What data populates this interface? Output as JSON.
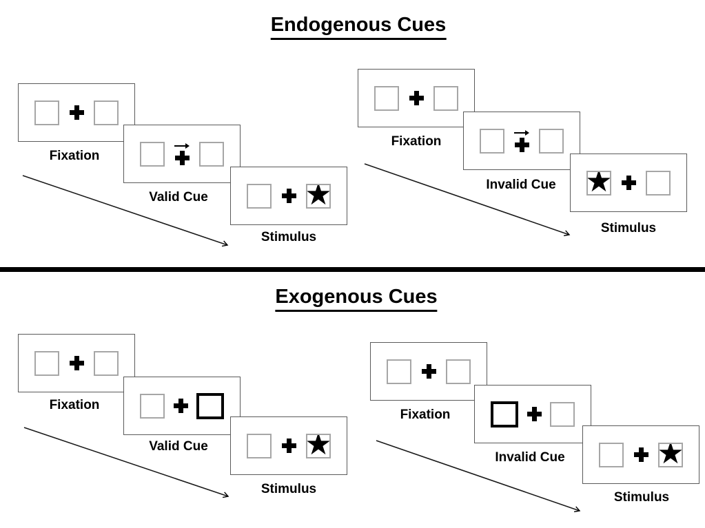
{
  "diagram": {
    "sections": [
      {
        "title": "Endogenous Cues",
        "sequences": [
          {
            "name": "valid-trial",
            "panels": [
              {
                "label": "Fixation",
                "left_box": "empty",
                "center": "cross",
                "right_box": "empty"
              },
              {
                "label": "Valid Cue",
                "left_box": "empty",
                "center": "cross-with-right-arrow",
                "right_box": "empty"
              },
              {
                "label": "Stimulus",
                "left_box": "empty",
                "center": "cross",
                "right_box": "star"
              }
            ]
          },
          {
            "name": "invalid-trial",
            "panels": [
              {
                "label": "Fixation",
                "left_box": "empty",
                "center": "cross",
                "right_box": "empty"
              },
              {
                "label": "Invalid Cue",
                "left_box": "empty",
                "center": "cross-with-right-arrow",
                "right_box": "empty"
              },
              {
                "label": "Stimulus",
                "left_box": "star",
                "center": "cross",
                "right_box": "empty"
              }
            ]
          }
        ]
      },
      {
        "title": "Exogenous Cues",
        "sequences": [
          {
            "name": "valid-trial",
            "panels": [
              {
                "label": "Fixation",
                "left_box": "empty",
                "center": "cross",
                "right_box": "empty"
              },
              {
                "label": "Valid Cue",
                "left_box": "empty",
                "center": "cross",
                "right_box": "thick-outline"
              },
              {
                "label": "Stimulus",
                "left_box": "empty",
                "center": "cross",
                "right_box": "star"
              }
            ]
          },
          {
            "name": "invalid-trial",
            "panels": [
              {
                "label": "Fixation",
                "left_box": "empty",
                "center": "cross",
                "right_box": "empty"
              },
              {
                "label": "Invalid Cue",
                "left_box": "thick-outline",
                "center": "cross",
                "right_box": "empty"
              },
              {
                "label": "Stimulus",
                "left_box": "empty",
                "center": "cross",
                "right_box": "star"
              }
            ]
          }
        ]
      }
    ]
  },
  "glyphs": {
    "star": "★"
  },
  "colors": {
    "background": "#ffffff",
    "ink": "#000000",
    "panel_border": "#595959",
    "box_border": "#a6a6a6"
  }
}
